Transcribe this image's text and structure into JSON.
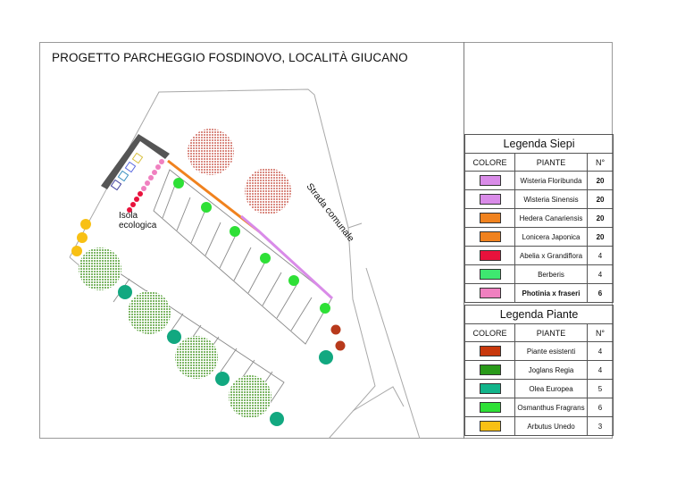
{
  "title": "PROGETTO PARCHEGGIO FOSDINOVO, LOCALITÀ GIUCANO",
  "map_labels": {
    "isola": "Isola",
    "ecologica": "ecologica",
    "street": "Strada comunale"
  },
  "legend_siepi": {
    "title": "Legenda Siepi",
    "headers": [
      "COLORE",
      "PIANTE",
      "N°"
    ],
    "rows": [
      {
        "color": "#d98be8",
        "name": "Wisteria Floribunda",
        "count": "20",
        "bold": true
      },
      {
        "color": "#d98be8",
        "name": "Wisteria Sinensis",
        "count": "20",
        "bold": true
      },
      {
        "color": "#f0821e",
        "name": "Hedera Canariensis",
        "count": "20",
        "bold": true
      },
      {
        "color": "#f0821e",
        "name": "Lonicera Japonica",
        "count": "20",
        "bold": true
      },
      {
        "color": "#e8123c",
        "name": "Abelia x Grandiflora",
        "count": "4",
        "bold": false
      },
      {
        "color": "#3ee870",
        "name": "Berberis",
        "count": "4",
        "bold": false
      },
      {
        "color": "#f080c0",
        "name": "Photinia x fraseri",
        "count": "6",
        "bold": true
      }
    ]
  },
  "legend_piante": {
    "title": "Legenda Piante",
    "headers": [
      "COLORE",
      "PIANTE",
      "N°"
    ],
    "rows": [
      {
        "color": "#c8380c",
        "name": "Piante esistenti",
        "count": "4",
        "bold": false
      },
      {
        "color": "#2a9a1a",
        "name": "Joglans Regia",
        "count": "4",
        "bold": false
      },
      {
        "color": "#12b48a",
        "name": "Olea Europea",
        "count": "5",
        "bold": false
      },
      {
        "color": "#2ee036",
        "name": "Osmanthus Fragrans",
        "count": "6",
        "bold": false
      },
      {
        "color": "#f8c014",
        "name": "Arbutus Unedo",
        "count": "3",
        "bold": false
      }
    ]
  }
}
